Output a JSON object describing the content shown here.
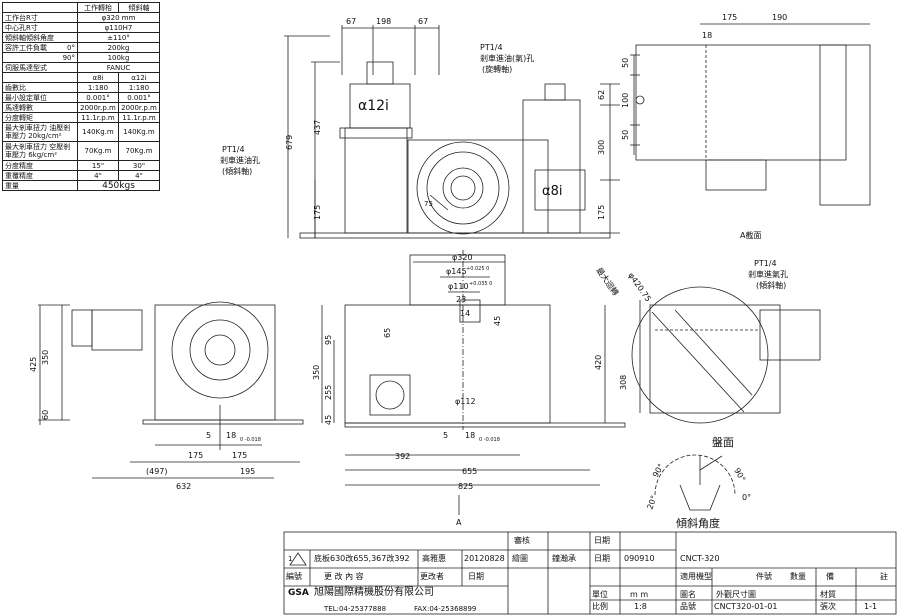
{
  "spec_table": {
    "header": [
      "工作轉枱",
      "傾斜軸"
    ],
    "rows": [
      {
        "label": "工作台R寸",
        "span": "φ320 mm"
      },
      {
        "label": "中心孔R寸",
        "span": "φ110H7"
      },
      {
        "label": "傾斜軸傾斜角度",
        "span": "±110°"
      },
      {
        "label": "容許工件負載",
        "sub": "0°",
        "span": "200kg"
      },
      {
        "label": "",
        "sub": "90°",
        "span": "100kg"
      },
      {
        "label": "伺服馬達型式",
        "span": "FANUC"
      },
      {
        "label": "",
        "a": "α8i",
        "b": "α12i"
      },
      {
        "label": "齒數比",
        "a": "1:180",
        "b": "1:180"
      },
      {
        "label": "最小設定單位",
        "a": "0.001°",
        "b": "0.001°"
      },
      {
        "label": "馬達轉數",
        "a": "2000r.p.m",
        "b": "2000r.p.m"
      },
      {
        "label": "分度轉矩",
        "a": "11.1r.p.m",
        "b": "11.1r.p.m"
      },
      {
        "label": "最大剎車扭力 油壓剎車壓力 20kg/cm²",
        "a": "140Kg.m",
        "b": "140Kg.m"
      },
      {
        "label": "最大剎車扭力 空壓剎車壓力 6kg/cm²",
        "a": "70Kg.m",
        "b": "70Kg.m"
      },
      {
        "label": "分度精度",
        "a": "15\"",
        "b": "30\""
      },
      {
        "label": "重覆精度",
        "a": "4\"",
        "b": "4\""
      },
      {
        "label": "重量",
        "span": "450kgs"
      }
    ]
  },
  "dims": {
    "top_67a": "67",
    "top_198": "198",
    "top_67b": "67",
    "h_679": "679",
    "h_437": "437",
    "h_175": "175",
    "h_300": "300",
    "h_175r": "175",
    "h_62": "62",
    "motor_a": "α12i",
    "motor_b": "α8i",
    "r75": "75",
    "d320": "φ320",
    "d145": "φ145",
    "d145_tol": "+0.025 0",
    "d110": "φ110",
    "d110_tol": "+0.035 0",
    "w23": "23",
    "w14": "14",
    "w45": "45",
    "w65": "65",
    "h95": "95",
    "h255": "255",
    "h350": "350",
    "h420": "420",
    "h45": "45",
    "d112": "φ112",
    "fv_18": "18",
    "fv_18_tol": "0 -0.018",
    "fv_5": "5",
    "fv_392": "392",
    "fv_655": "655",
    "fv_825": "825",
    "lv_350": "350",
    "lv_425": "425",
    "lv_60": "60",
    "lv_175a": "175",
    "lv_175b": "175",
    "lv_497": "(497)",
    "lv_195": "195",
    "lv_632": "632",
    "lv_5": "5",
    "lv_18": "18",
    "lv_18_tol": "0 -0.018",
    "tv_175": "175",
    "tv_190": "190",
    "tv_50a": "50",
    "tv_100": "100",
    "tv_50b": "50",
    "tv_18": "18",
    "rv_420": "φ420.75",
    "rv_308": "308",
    "rv_max": "最大迴轉",
    "section_a": "A截面",
    "arrow_a": "A",
    "note_a1": "PT1/4",
    "note_a2": "剎車進油(氣)孔",
    "note_a3": "(旋轉軸)",
    "note_b1": "PT1/4",
    "note_b2": "剎車進油孔",
    "note_b3": "(傾斜軸)",
    "note_c1": "PT1/4",
    "note_c2": "剎車進氣孔",
    "note_c3": "(傾斜軸)",
    "tilt_table": "盤面",
    "tilt_angle": "傾斜角度",
    "tilt_90a": "90°",
    "tilt_90b": "90°",
    "tilt_0": "0°",
    "tilt_20": "20°"
  },
  "title_block": {
    "rev_mark": "1",
    "rev_desc": "底板630改655,367改392",
    "rev_by": "高雅惠",
    "rev_date": "20120828",
    "col_no": "編號",
    "col_change": "更 改 內 容",
    "col_changer": "更改者",
    "col_date": "日期",
    "review": "審核",
    "drawing": "繪圖",
    "drawer": "鐘瀚承",
    "date_lbl": "日期",
    "date_val": "090910",
    "model_lbl": "適用機型",
    "model_val": "CNCT-320",
    "part_no": "件號",
    "qty": "數量",
    "remark": "備",
    "note": "註",
    "unit_lbl": "單位",
    "unit_val": "m m",
    "name_lbl": "圖名",
    "name_val": "外觀尺寸圖",
    "material": "材質",
    "scale_lbl": "比例",
    "scale_val": "1:8",
    "dwg_no_lbl": "品號",
    "dwg_no_val": "CNCT320-01-01",
    "sheet_lbl": "張次",
    "sheet_val": "1-1",
    "company": "旭陽國際精機股份有限公司",
    "logo": "GSA",
    "tel": "TEL:04-25377888",
    "fax": "FAX:04-25368899"
  }
}
